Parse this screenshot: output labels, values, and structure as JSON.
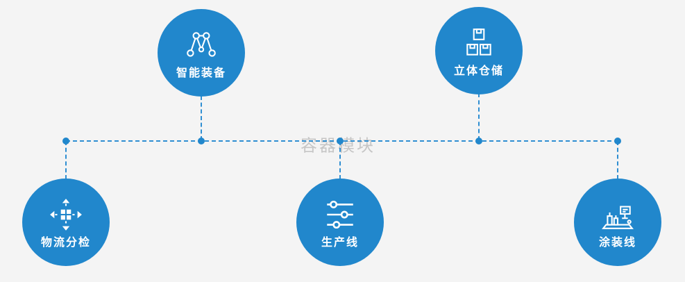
{
  "watermark": "容器模块",
  "colors": {
    "primary": "#2187cc",
    "line": "#2e8ed2",
    "background": "#f4f4f4"
  },
  "nodes": [
    {
      "id": "smart-equipment",
      "label": "智能装备",
      "icon": "network-nodes-icon"
    },
    {
      "id": "warehouse",
      "label": "立体仓储",
      "icon": "stacked-boxes-icon"
    },
    {
      "id": "logistics-sorting",
      "label": "物流分检",
      "icon": "sorting-arrows-icon"
    },
    {
      "id": "production-line",
      "label": "生产线",
      "icon": "sliders-icon"
    },
    {
      "id": "painting-line",
      "label": "涂装线",
      "icon": "painting-machine-icon"
    }
  ]
}
